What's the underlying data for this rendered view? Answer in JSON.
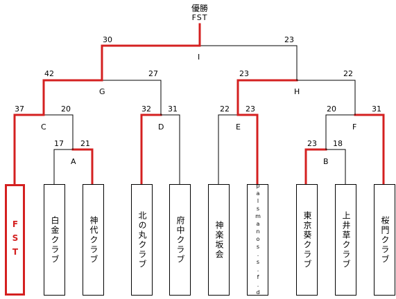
{
  "champion": {
    "title": "優勝",
    "team": "FST"
  },
  "teams": [
    {
      "name": "FST",
      "winner": true
    },
    {
      "name": "白金クラブ"
    },
    {
      "name": "神代クラブ"
    },
    {
      "name": "北の丸クラブ"
    },
    {
      "name": "府中クラブ"
    },
    {
      "name": "神楽坂会"
    },
    {
      "name": "palsmanos.s.f.d",
      "small": true
    },
    {
      "name": "東京葵クラブ"
    },
    {
      "name": "上井草クラブ"
    },
    {
      "name": "桜門クラブ"
    }
  ],
  "matches": {
    "A": {
      "label": "A",
      "scores": [
        "17",
        "21"
      ]
    },
    "B": {
      "label": "B",
      "scores": [
        "23",
        "18"
      ]
    },
    "C": {
      "label": "C",
      "scores": [
        "37",
        "20"
      ]
    },
    "D": {
      "label": "D",
      "scores": [
        "32",
        "31"
      ]
    },
    "E": {
      "label": "E",
      "scores": [
        "22",
        "23"
      ]
    },
    "F": {
      "label": "F",
      "scores": [
        "20",
        "31"
      ]
    },
    "G": {
      "label": "G",
      "scores": [
        "42",
        "27"
      ]
    },
    "H": {
      "label": "H",
      "scores": [
        "23",
        "22"
      ]
    },
    "I": {
      "label": "I",
      "scores": [
        "30",
        "23"
      ]
    }
  },
  "colors": {
    "winner_line": "#d42020",
    "line": "#000000"
  }
}
